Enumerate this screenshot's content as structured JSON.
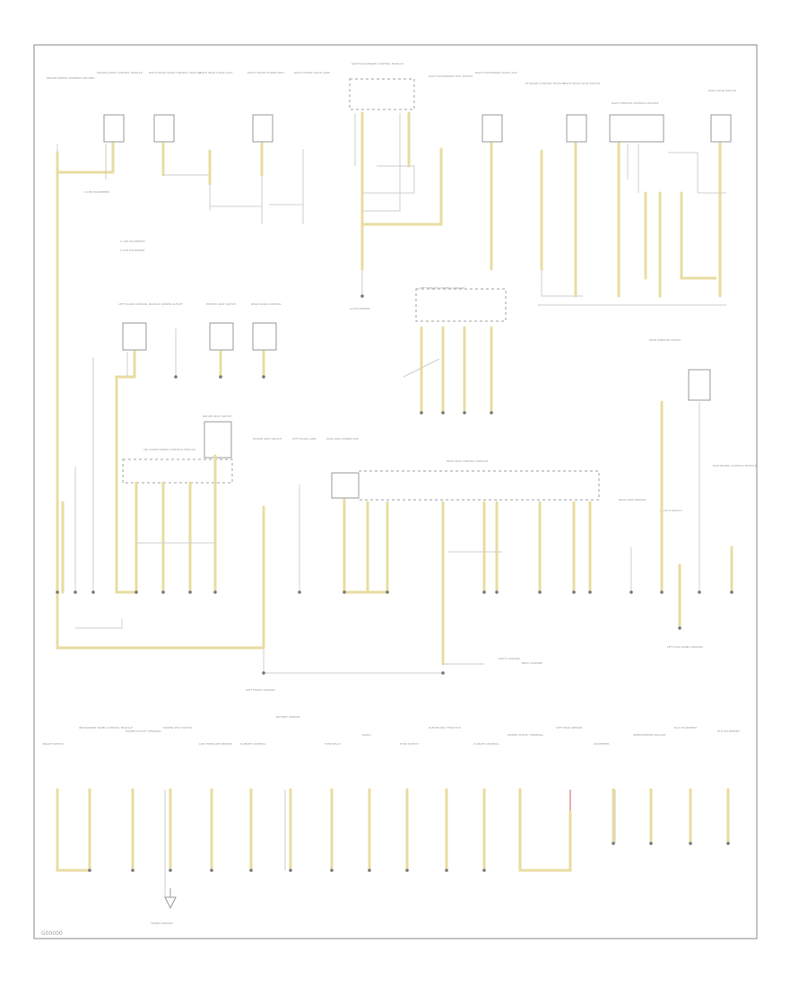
{
  "diagram": {
    "code": "G00000",
    "note_1": "V LHD EQUIPMENT",
    "note_2": "C LHD EQUIPMENT",
    "note_3": "S LHD EQUIPMENT",
    "components": {
      "top_row": [
        "ENGINE WIRING HARNESS GROUND",
        "DRIVER DOOR CONTROL MODULE",
        "RIGHT REAR DOOR CONTROL MODULE",
        "RIGHT REAR DOOR LOCK",
        "RIGHT FRONT POWER SEAT",
        "RIGHT FRONT DOOR LAMP",
        "RIGHT PASSENGER CONTROL MODULE",
        "RIGHT PASSENGER SEAT SWITCH",
        "RIGHT PASSENGER DOOR LOCK",
        "STORAGE CONTROL MODULE",
        "RIGHT REAR DOOR SWITCH",
        "RIGHT SERVICE CONTROL MODULE",
        "RIGHT REAR SWITCH"
      ],
      "middle": [
        "LEFT SERVICE CONTROL MODULE",
        "POWER OUTLET",
        "LEFT DOOR CONTROL MODULE",
        "HEATED SEAT SWITCH",
        "REAR DOOR CONTROL",
        "DRIVER SEAT SWITCH",
        "AIR CONDITIONING CONTROL MODULE",
        "POWER SEAT SWITCH",
        "LEFT DOOR LAMP",
        "DATA LINK CONNECTOR",
        "REAR SEAT CONTROL MODULE",
        "REAR WINDOW SWITCH",
        "REAR VIEW SENSOR",
        "CLUTCH SWITCH",
        "ELECTRONIC CONTROL MODULE"
      ],
      "bottom_row": [
        "BRAKE SWITCH",
        "INSTRUMENT PANEL CONTROL MODULE",
        "POWER OUTLET TERMINAL",
        "POWER SEAT SWITCH",
        "LOW PRESSURE SENSOR",
        "CLIMATE CONTROL",
        "BATTERY SENSOR",
        "FUSE RELAY",
        "RADIO",
        "STOP SWITCH",
        "ELECTRONIC THROTTLE",
        "CLIMATE CONTROL",
        "POWER OUTLET TERMINAL",
        "LEFT REAR SENSOR",
        "ODOMETER",
        "SPEEDOMETER MODULE",
        "HLD EQUIPMENT",
        "HLD EQUIPMENT"
      ],
      "grounds": [
        "G1 EQUIPMENT",
        "LEFT FRONT GROUND",
        "RIGHT GROUND",
        "LEFT KICK PANEL GROUND",
        "TRUNK GROUND",
        "BODY GROUND"
      ]
    }
  }
}
